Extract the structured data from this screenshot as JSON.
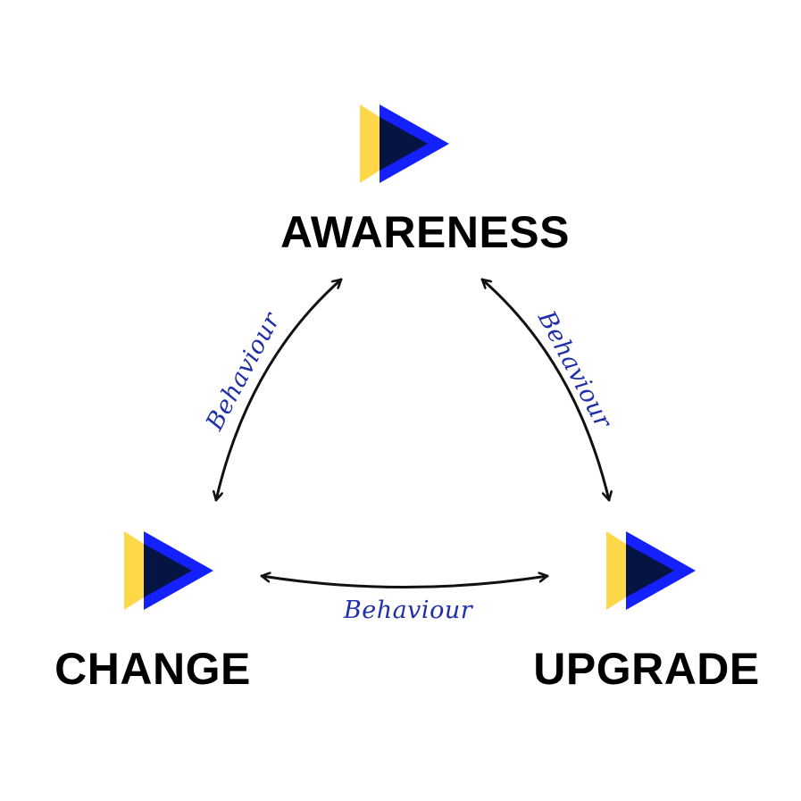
{
  "colors": {
    "background": "#ffffff",
    "text": "#000000",
    "arrow": "#111111",
    "icon_yellow": "#ffd84a",
    "icon_blue": "#1520ff",
    "icon_navy": "#061444",
    "edge_label": "#1f2fa8"
  },
  "nodes": {
    "awareness": {
      "label": "AWARENESS",
      "icon": "play-triangle-icon"
    },
    "change": {
      "label": "CHANGE",
      "icon": "play-triangle-icon"
    },
    "upgrade": {
      "label": "UPGRADE",
      "icon": "play-triangle-icon"
    }
  },
  "edges": {
    "awareness_change": {
      "label": "Behaviour",
      "direction": "bidirectional"
    },
    "awareness_upgrade": {
      "label": "Behaviour",
      "direction": "bidirectional"
    },
    "change_upgrade": {
      "label": "Behaviour",
      "direction": "bidirectional"
    }
  }
}
